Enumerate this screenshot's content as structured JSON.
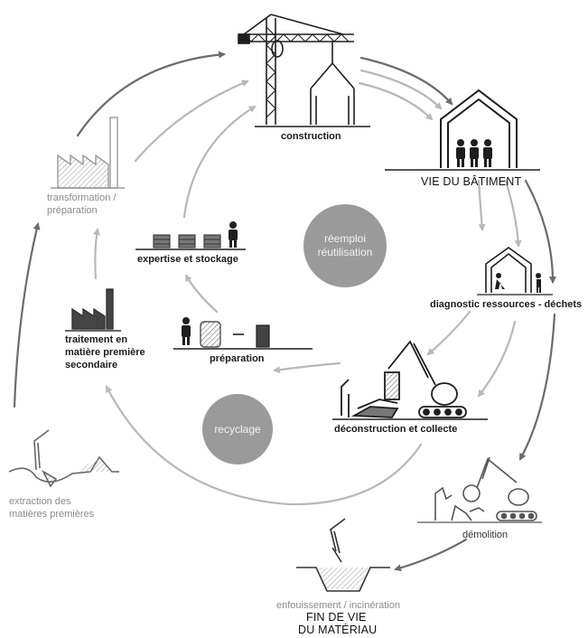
{
  "labels": {
    "construction": "construction",
    "vie_batiment": "VIE DU BÂTIMENT",
    "diagnostic": "diagnostic ressources - déchets",
    "deconstruction": "déconstruction et collecte",
    "demolition": "démolition",
    "enfouissement": "enfouissement / incinération",
    "fin_de_vie_1": "FIN DE VIE",
    "fin_de_vie_2": "DU MATÉRIAU",
    "extraction_1": "extraction des",
    "extraction_2": "matières premières",
    "traitement_1": "traitement en",
    "traitement_2": "matière première",
    "traitement_3": "secondaire",
    "transformation_1": "transformation /",
    "transformation_2": "préparation",
    "expertise": "expertise et stockage",
    "preparation": "préparation"
  },
  "circles": {
    "reemploi_1": "réemploi",
    "reemploi_2": "réutilisation",
    "recyclage": "recyclage"
  },
  "colors": {
    "dark_arrow": "#6b6b6b",
    "light_arrow": "#b8b8b8",
    "line": "#1e1e1e",
    "grey_line": "#9a9a9a",
    "circle_fill": "#9a9a9a"
  }
}
